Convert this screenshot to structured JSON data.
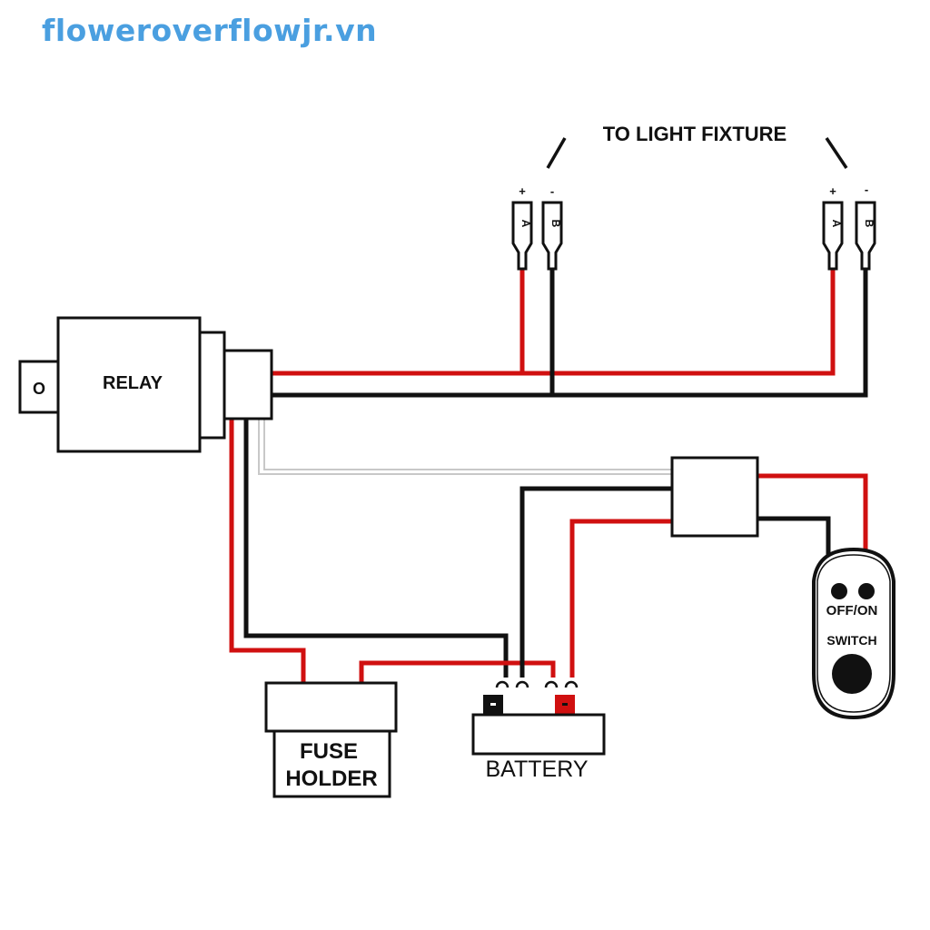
{
  "watermark": "floweroverflowjr.vn",
  "labels": {
    "relay": "RELAY",
    "relay_pin": "O",
    "light_fixture": "TO LIGHT FIXTURE",
    "fuse_line1": "FUSE",
    "fuse_line2": "HOLDER",
    "battery": "BATTERY",
    "switch_line1": "OFF/ON",
    "switch_line2": "SWITCH",
    "plus": "+",
    "minus": "-",
    "terminal_a": "A",
    "terminal_b": "B"
  },
  "colors": {
    "positive_wire": "#d01010",
    "negative_wire": "#111111",
    "signal_wire": "#c8c8c8",
    "watermark": "#4a9fe0"
  }
}
